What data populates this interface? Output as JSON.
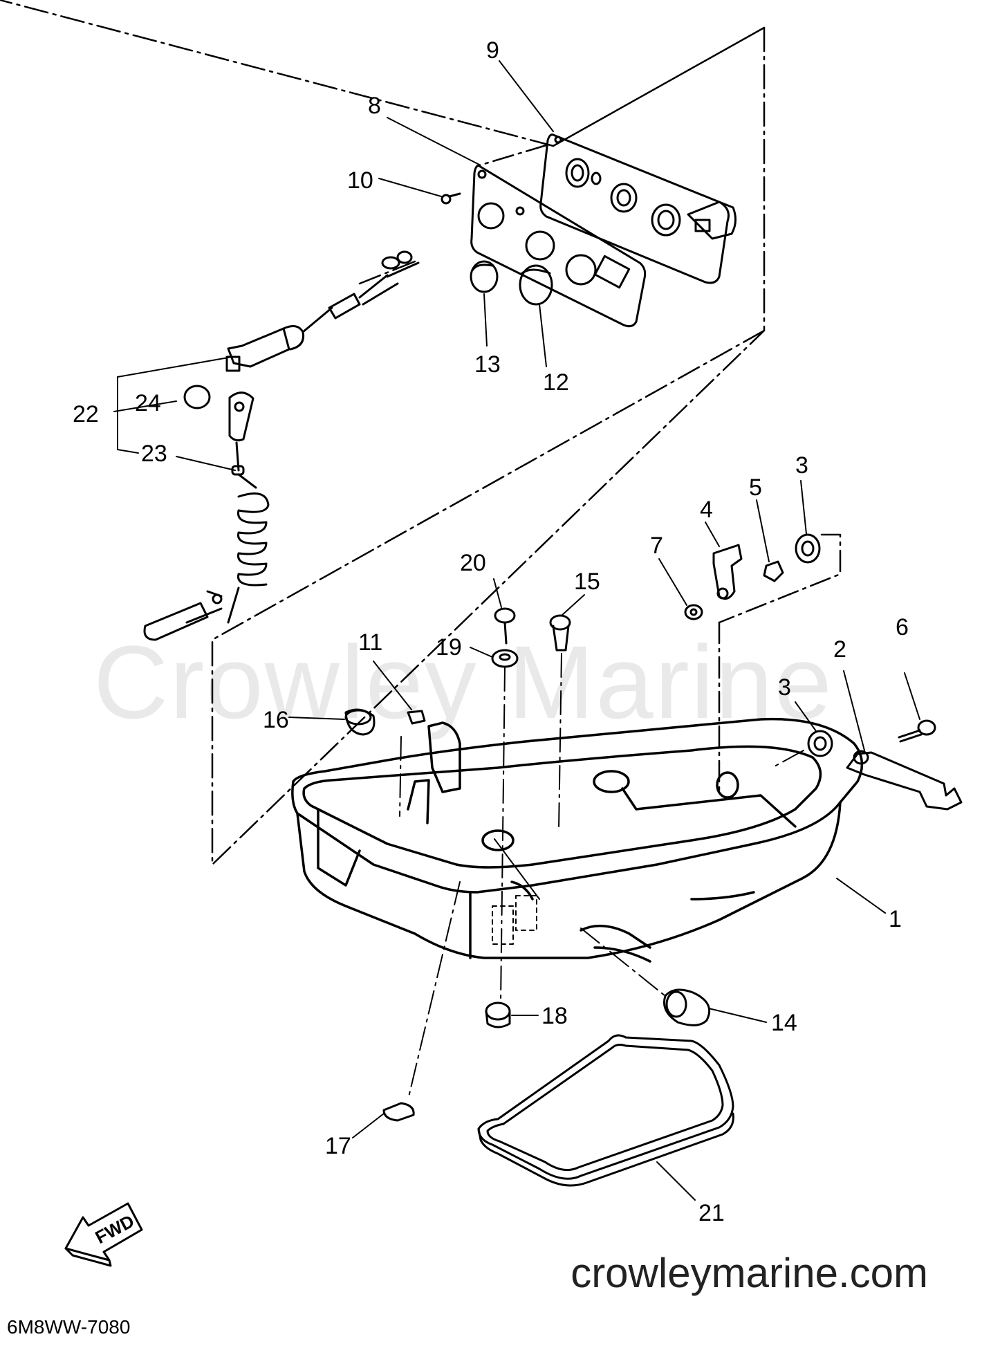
{
  "watermark": "Crowley Marine",
  "website": "crowleymarine.com",
  "diagram_code": "6M8WW-7080",
  "fwd_label": "FWD",
  "callouts": {
    "c1": "1",
    "c2": "2",
    "c3a": "3",
    "c3b": "3",
    "c4": "4",
    "c5": "5",
    "c6": "6",
    "c7": "7",
    "c8": "8",
    "c9": "9",
    "c10": "10",
    "c11": "11",
    "c12": "12",
    "c13": "13",
    "c14": "14",
    "c15": "15",
    "c16": "16",
    "c17": "17",
    "c18": "18",
    "c19": "19",
    "c20": "20",
    "c21": "21",
    "c22": "22",
    "c23": "23",
    "c24": "24"
  }
}
